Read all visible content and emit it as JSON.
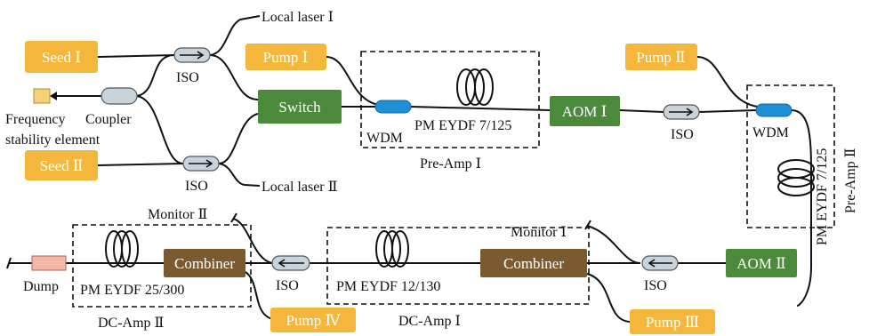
{
  "colors": {
    "orange_box": "#f4b73b",
    "green_box": "#4b8a3a",
    "brown_box": "#7a5a2e",
    "wdm_blue": "#1e90d6",
    "iso_fill": "#c9d3dc",
    "frequency_element": "#f3d27a",
    "dump_fill": "#f2b7a6"
  },
  "components": {
    "seed1": "Seed Ⅰ",
    "seed2": "Seed Ⅱ",
    "pump1": "Pump Ⅰ",
    "pump2": "Pump Ⅱ",
    "pump3": "Pump Ⅲ",
    "pump4": "Pump Ⅳ",
    "switch": "Switch",
    "aom1": "AOM Ⅰ",
    "aom2": "AOM Ⅱ",
    "combiner1": "Combiner",
    "combiner2": "Combiner"
  },
  "labels": {
    "local_laser1": "Local laser Ⅰ",
    "local_laser2": "Local laser Ⅱ",
    "iso": "ISO",
    "frequency_stability_line1": "Frequency",
    "frequency_stability_line2": "stability element",
    "coupler": "Coupler",
    "wdm": "WDM",
    "pm_eydf_7_125": "PM EYDF 7/125",
    "pre_amp1": "Pre-Amp Ⅰ",
    "pre_amp2": "Pre-Amp Ⅱ",
    "monitor1": "Monitor Ⅰ",
    "monitor2": "Monitor Ⅱ",
    "pm_eydf_12_130": "PM EYDF 12/130",
    "pm_eydf_25_300": "PM EYDF 25/300",
    "dc_amp1": "DC-Amp Ⅰ",
    "dc_amp2": "DC-Amp Ⅱ",
    "dump": "Dump"
  }
}
